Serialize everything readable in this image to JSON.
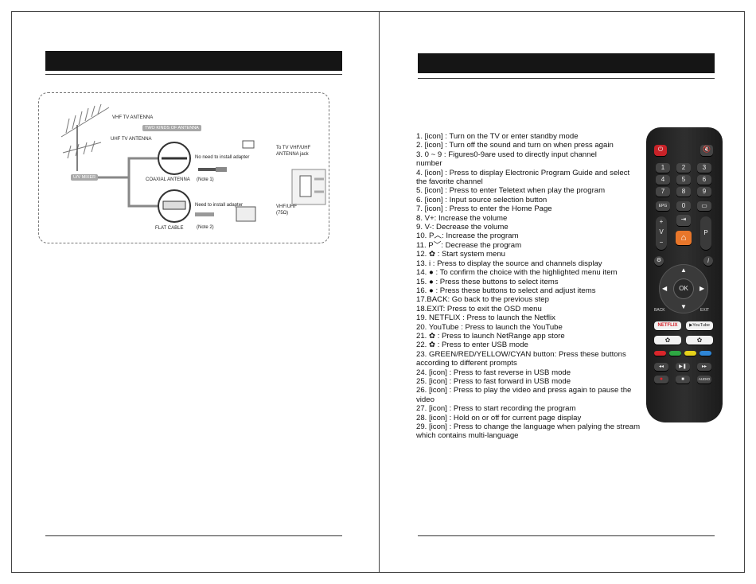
{
  "left_page": {
    "header_title": "",
    "diagram": {
      "vhf_antenna": "VHF TV ANTENNA",
      "uhf_antenna": "UHF TV ANTENNA",
      "two_kinds": "TWO KINDS OF ANTENNA",
      "uv_mixer": "U/V MIXER",
      "coaxial_antenna": "COAXIAL ANTENNA",
      "flat_cable": "FLAT CABLE",
      "no_adapter": "No need to install adapter",
      "note1": "(Note 1)",
      "need_adapter": "Need to install adapter",
      "note2": "(Note 2)",
      "to_tv": "To TV VHF/UHF",
      "antenna_jack": "ANTENNA jack",
      "vhf_uhf": "VHF/UHF",
      "ohm": "(75Ω)"
    }
  },
  "right_page": {
    "header_title": "",
    "instructions": [
      "1. [icon] : Turn on the TV or enter standby mode",
      "2. [icon] : Turn off the sound and turn on when press again",
      "3. 0 ~ 9 : Figures0-9are used to directly input channel",
      " number",
      "4. [icon] : Press to display Electronic Program Guide and select",
      "the favorite channel",
      "5. [icon] : Press to enter Teletext when play the program",
      "6. [icon] : Input source selection button",
      "7. [icon] : Press to enter the Home Page",
      "8.   V+: Increase the volume",
      "9.   V-: Decrease the volume",
      "10. P︿: Increase the program",
      "11. P﹀: Decrease the program",
      "12. ✿ : Start system menu",
      "13. i : Press to display the source and channels display",
      "14. ● : To confirm the choice with the highlighted menu item",
      "15. ● : Press these buttons to select items",
      "16. ● : Press these buttons to select and adjust items",
      "17.BACK: Go back to the previous step",
      "18.EXIT: Press to exit the OSD menu",
      "19. NETFLIX : Press to launch the Netflix",
      "20. YouTube : Press to launch the YouTube",
      "21. ✿ : Press to launch NetRange app store",
      "22. ✿ : Press to enter USB mode",
      "23. GREEN/RED/YELLOW/CYAN button: Press these buttons",
      "according to different prompts",
      "24. [icon] : Press to fast reverse in USB mode",
      "25. [icon] : Press to fast forward in USB mode",
      "26. [icon] : Press to play the video and press again to pause the",
      " video",
      "27. [icon] : Press to start recording the program",
      "28. [icon] : Hold on or off for current page display",
      "29. [icon] : Press to change the language when palying the stream",
      "which contains multi-language"
    ],
    "remote": {
      "digits": [
        "1",
        "2",
        "3",
        "4",
        "5",
        "6",
        "7",
        "8",
        "9"
      ],
      "epg": "EPG",
      "zero": "0",
      "plus": "+",
      "v": "V",
      "minus": "−",
      "p": "P",
      "info": "i",
      "ok": "OK",
      "back": "BACK",
      "exit": "EXIT",
      "netflix": "NETFLIX",
      "youtube": "▶YouTube",
      "audio": "AUDIO",
      "color_keys": [
        "#d9262b",
        "#2ea843",
        "#e6d21b",
        "#2f86d6"
      ]
    }
  }
}
